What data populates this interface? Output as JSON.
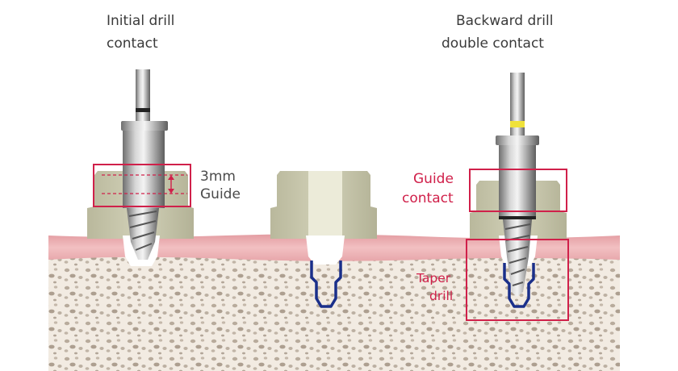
{
  "labels": {
    "left_title_line1": "Initial drill",
    "left_title_line2": "contact",
    "right_title_line1": "Backward  drill",
    "right_title_line2": "double contact",
    "guide_depth_line1": "3mm",
    "guide_depth_line2": "Guide",
    "guide_contact_line1": "Guide",
    "guide_contact_line2": "contact",
    "taper_drill_line1": "Taper",
    "taper_drill_line2": "drill"
  },
  "colors": {
    "highlight": "#d0204a",
    "gingiva": "#e9a9ad",
    "bone": "#efe7dd",
    "sleeve": "#cbcab0",
    "implant_outline": "#1a2f8a",
    "marker_black": "#222222",
    "marker_yellow": "#f0e23a"
  }
}
